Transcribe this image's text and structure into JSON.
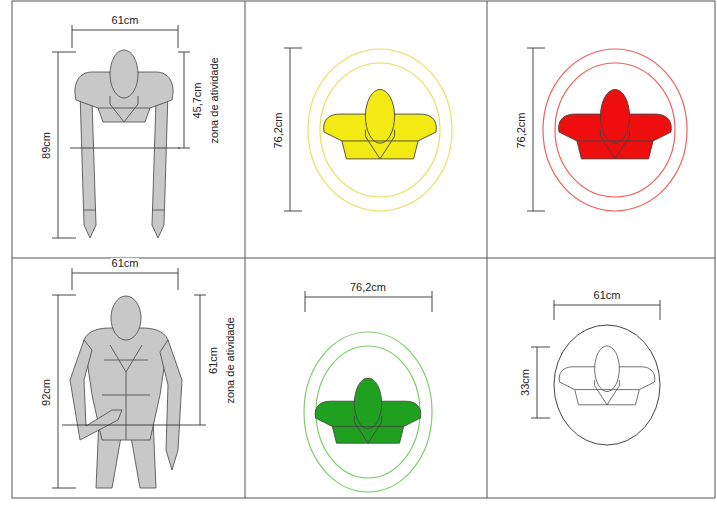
{
  "diagram": {
    "labels": [
      "61cm",
      "89cm",
      "45,7cm",
      "zona de atividade",
      "76,2cm",
      "76,2cm",
      "61cm",
      "92cm",
      "61cm",
      "zona de atividade",
      "76,2cm",
      "61cm",
      "33cm"
    ]
  }
}
